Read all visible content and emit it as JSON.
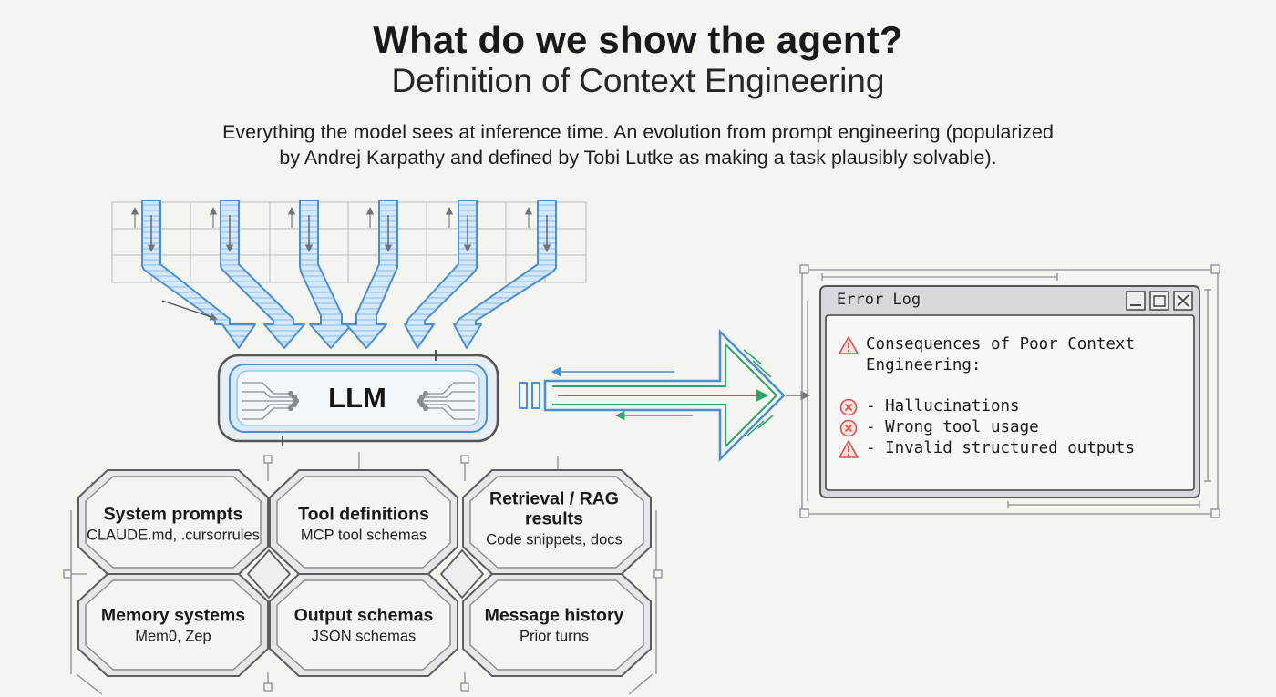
{
  "header": {
    "title": "What do we show the agent?",
    "subtitle": "Definition of Context Engineering",
    "description_lines": [
      "Everything the model sees at inference time. An evolution from prompt engineering (popularized",
      "by Andrej Karpathy and defined by Tobi Lutke as making a task plausibly solvable)."
    ]
  },
  "model": {
    "label": "LLM"
  },
  "context_sources": [
    {
      "name": "System prompts",
      "detail": "CLAUDE.md, .cursorrules"
    },
    {
      "name": "Tool definitions",
      "detail": "MCP tool schemas"
    },
    {
      "name": "Retrieval / RAG\nresults",
      "detail": "Code snippets, docs"
    },
    {
      "name": "Memory systems",
      "detail": "Mem0, Zep"
    },
    {
      "name": "Output schemas",
      "detail": "JSON schemas"
    },
    {
      "name": "Message history",
      "detail": "Prior turns"
    }
  ],
  "error_window": {
    "title": "Error Log",
    "heading_lines": [
      "Consequences of Poor Context",
      "Engineering:"
    ],
    "items": [
      {
        "text": "- Hallucinations",
        "icon": "x-circle-icon"
      },
      {
        "text": "- Wrong tool usage",
        "icon": "x-circle-icon"
      },
      {
        "text": "- Invalid structured outputs",
        "icon": "warning-icon"
      }
    ]
  },
  "colors": {
    "arrow_blue": "#bcdcf5",
    "arrow_stroke": "#4a8fd0",
    "arrow_green": "#2ea36a",
    "danger_red": "#d9534f",
    "frame_gray": "#6f7278"
  }
}
